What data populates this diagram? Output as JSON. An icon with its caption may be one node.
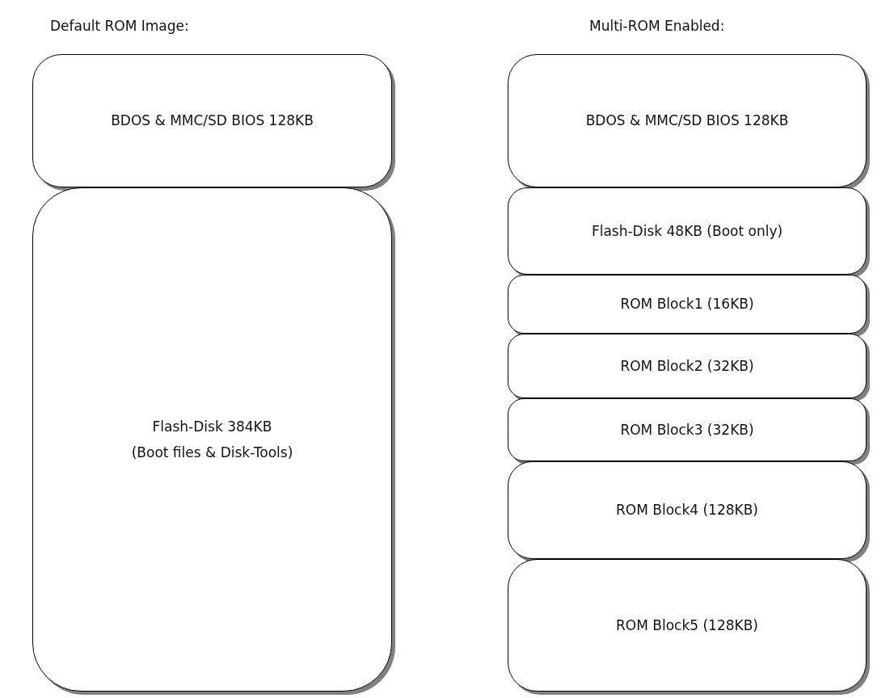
{
  "diagram": {
    "nodes": [
      {
        "text": [
          "BDOS & MMC/SD BIOS 128KB"
        ]
      },
      {
        "text": [
          "Flash-Disk 384KB",
          "(Boot files & Disk-Tools)"
        ]
      },
      {
        "text": [
          "BDOS & MMC/SD BIOS 128KB"
        ]
      },
      {
        "text": [
          "Flash-Disk 48KB (Boot only)"
        ]
      },
      {
        "text": [
          "ROM Block1 (16KB)"
        ]
      },
      {
        "text": [
          "ROM Block2 (32KB)"
        ]
      },
      {
        "text": [
          "ROM Block3 (32KB)"
        ]
      },
      {
        "text": [
          "ROM Block4 (128KB)"
        ]
      },
      {
        "text": [
          "ROM Block5 (128KB)"
        ]
      }
    ],
    "labels": [
      "Default ROM Image:",
      "Multi-ROM Enabled:"
    ]
  }
}
